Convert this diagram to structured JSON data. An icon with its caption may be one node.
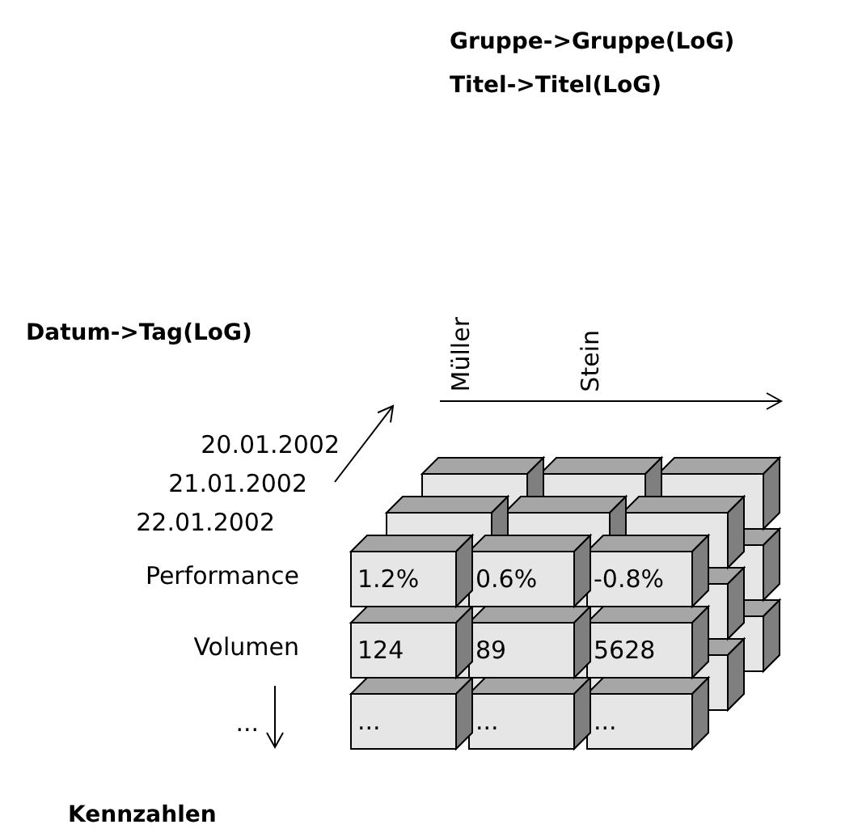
{
  "diagram": {
    "nodes": [
      {
        "text": [
          "1.2%"
        ]
      },
      {
        "text": [
          "0.6%"
        ]
      },
      {
        "text": [
          "-0.8%"
        ]
      },
      {
        "text": [
          "124"
        ]
      },
      {
        "text": [
          "89"
        ]
      },
      {
        "text": [
          "5628"
        ]
      },
      {
        "text": [
          "..."
        ]
      },
      {
        "text": [
          "..."
        ]
      },
      {
        "text": [
          "..."
        ]
      }
    ],
    "labels": [
      "Gruppe->Gruppe(LoG)",
      "Titel->Titel(LoG)",
      "Datum->Tag(LoG)",
      "Müller",
      "Stein",
      "20.01.2002",
      "21.01.2002",
      "22.01.2002",
      "Performance",
      "Volumen",
      "...",
      "Kennzahlen"
    ]
  }
}
